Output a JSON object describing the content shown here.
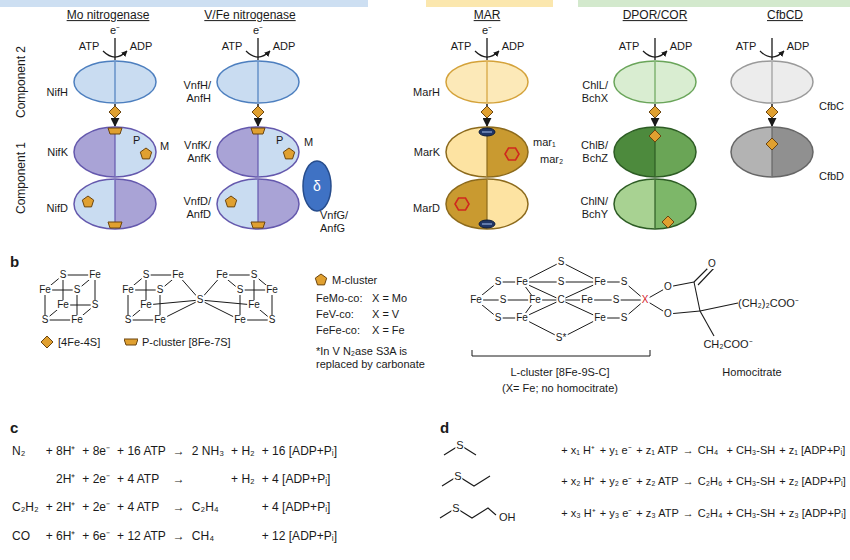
{
  "diagram": {
    "nodes": [
      {
        "text": [
          "NifH"
        ]
      },
      {
        "text": [
          "NifK"
        ]
      },
      {
        "text": [
          "NifD"
        ]
      },
      {
        "text": [
          "VnfH/ AnfH"
        ]
      },
      {
        "text": [
          "VnfK/ AnfK"
        ]
      },
      {
        "text": [
          "VnfD/ AnfD"
        ]
      },
      {
        "text": [
          "δ",
          "VnfG/ AnfG"
        ]
      },
      {
        "text": [
          "MarH"
        ]
      },
      {
        "text": [
          "MarK"
        ]
      },
      {
        "text": [
          "MarD"
        ]
      },
      {
        "text": [
          "ChlL/ BchX"
        ]
      },
      {
        "text": [
          "ChlB/ BchZ"
        ]
      },
      {
        "text": [
          "ChlN/ BchY"
        ]
      },
      {
        "text": [
          "CfbC"
        ]
      },
      {
        "text": [
          "CfbD"
        ]
      }
    ],
    "edges": [
      {
        "from": 0,
        "to": 1,
        "arrow": "to"
      },
      {
        "from": 3,
        "to": 4,
        "arrow": "to"
      },
      {
        "from": 7,
        "to": 8,
        "arrow": "to"
      },
      {
        "from": 10,
        "to": 11,
        "arrow": "to"
      },
      {
        "from": 13,
        "to": 14,
        "arrow": "to"
      }
    ],
    "labels": [
      "Mo nitrogenase",
      "V/Fe nitrogenase",
      "MAR",
      "DPOR/COR",
      "CfbCD",
      "Component 2",
      "Component 1",
      "e⁻",
      "ATP",
      "ADP",
      "e⁻",
      "ATP",
      "ADP",
      "e⁻",
      "ATP",
      "ADP",
      "ATP",
      "ADP",
      "ATP",
      "ADP",
      "P",
      "M",
      "P",
      "M",
      "mar₁",
      "mar₂",
      "b",
      "c",
      "d",
      "Fe",
      "S",
      "S",
      "Fe",
      "S",
      "Fe",
      "Fe",
      "S",
      "Fe",
      "S",
      "S",
      "Fe",
      "S",
      "Fe",
      "Fe",
      "S",
      "S",
      "Fe",
      "Fe",
      "S",
      "Fe",
      "S",
      "Fe",
      "FeMo-co:",
      "X = Mo",
      "FeV-co:",
      "X = V",
      "FeFe-co:",
      "X = Fe",
      "*In V N₂ase S3A is replaced by carbonate",
      "Fe",
      "S",
      "S",
      "Fe",
      "Fe",
      "S",
      "Fe",
      "C",
      "Fe",
      "Fe",
      "Fe",
      "S",
      "S",
      "S",
      "X",
      "S",
      "S*",
      "S",
      "O",
      "O",
      "O",
      "(CH₂)₂COO⁻",
      "CH₂COO⁻",
      "Homocitrate",
      "L-cluster [8Fe-9S-C]",
      "(X= Fe; no homocitrate)",
      "N₂",
      "+ 8H⁺",
      "+ 8e⁻",
      "+ 16 ATP",
      "→",
      "2 NH₃",
      "+ H₂",
      "+ 16 [ADP+Pᵢ]",
      "2H⁺",
      "+ 2e⁻",
      "+ 4 ATP",
      "→",
      "+ H₂",
      "+ 4 [ADP+Pᵢ]",
      "C₂H₂",
      "+ 2H⁺",
      "+ 2e⁻",
      "+ 4 ATP",
      "→",
      "C₂H₄",
      "+ 4 [ADP+Pᵢ]",
      "CO",
      "+ 6H⁺",
      "+ 6e⁻",
      "+ 12 ATP",
      "→",
      "CH₄",
      "+ 12 [ADP+Pᵢ]",
      "S",
      "+ x₁ H⁺",
      "+ y₁ e⁻",
      "+ z₁ ATP",
      "→",
      "CH₄",
      "+ CH₃-SH",
      "+ z₁ [ADP+Pᵢ]",
      "S",
      "+ x₂ H⁺",
      "+ y₂ e⁻",
      "+ z₂ ATP",
      "→",
      "C₂H₆",
      "+ CH₃-SH",
      "+ z₂ [ADP+Pᵢ]",
      "S",
      "OH",
      "+ x₃ H⁺",
      "+ y₃ e⁻",
      "+ z₃ ATP",
      "→",
      "C₂H₄",
      "+ CH₃-SH",
      "+ z₃ [ADP+Pᵢ]"
    ],
    "legend": [
      {
        "text": "[4Fe-4S]"
      },
      {
        "text": "P-cluster [8Fe-7S]"
      },
      {
        "text": "M-cluster"
      }
    ]
  }
}
